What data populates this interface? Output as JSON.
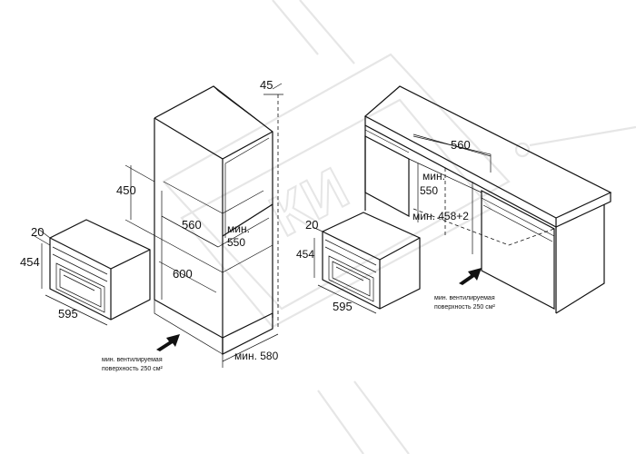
{
  "left_panel": {
    "dims": {
      "top_depth": "45",
      "niche_height": "450",
      "niche_width": "560",
      "niche_depth_min": "мин.",
      "niche_depth_val": "550",
      "cabinet_width": "600",
      "min_height": "мин. 580",
      "oven_gap": "20",
      "oven_height": "454",
      "oven_width": "595"
    },
    "vent_note": [
      "мин. вентилируемая",
      "поверхность 250 см²"
    ]
  },
  "right_panel": {
    "dims": {
      "width": "560",
      "depth_min": "мин.",
      "depth_val": "550",
      "height_min": "мин. 458+2",
      "oven_gap": "20",
      "oven_height": "454",
      "oven_width": "595"
    },
    "vent_note": [
      "мин. вентилируемая",
      "поверхность 250 см²"
    ]
  },
  "colors": {
    "line": "#111111",
    "watermark": "#e6e6e6",
    "background": "#ffffff"
  }
}
